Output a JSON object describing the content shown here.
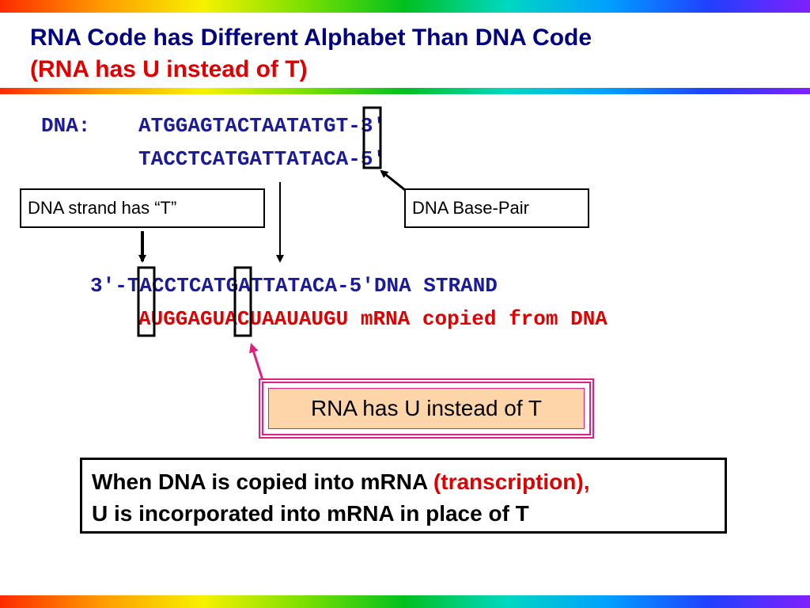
{
  "title": {
    "main": "RNA Code has Different Alphabet Than DNA Code",
    "sub": "(RNA has U instead of T)"
  },
  "dna": {
    "label": "DNA:",
    "strand1": "ATGGAGTACTAATATGT-3′",
    "strand2": "TACCTCATGATTATACA-5′"
  },
  "callouts": {
    "dna_strand_t": "DNA strand has “T”",
    "base_pair": "DNA Base-Pair",
    "rna_u": "RNA has U instead of T"
  },
  "transcription": {
    "dna_line_prefix": "3′-",
    "dna_line_seq": "TACCTCATGATTATACA-5′",
    "dna_line_label": "DNA STRAND",
    "mrna_seq": "AUGGAGUACUAAUAUGU",
    "mrna_label": " mRNA copied from DNA"
  },
  "note": {
    "line1_prefix": "When DNA is copied into mRNA ",
    "line1_highlight": "(transcription),",
    "line2": "U is incorporated into mRNA in place of T"
  },
  "colors": {
    "title": "#000080",
    "accent_red": "#e00000",
    "sequence_blue": "#1a1a9c",
    "callout_pink": "#e0207e",
    "callout_fill": "#fdd5a8"
  }
}
